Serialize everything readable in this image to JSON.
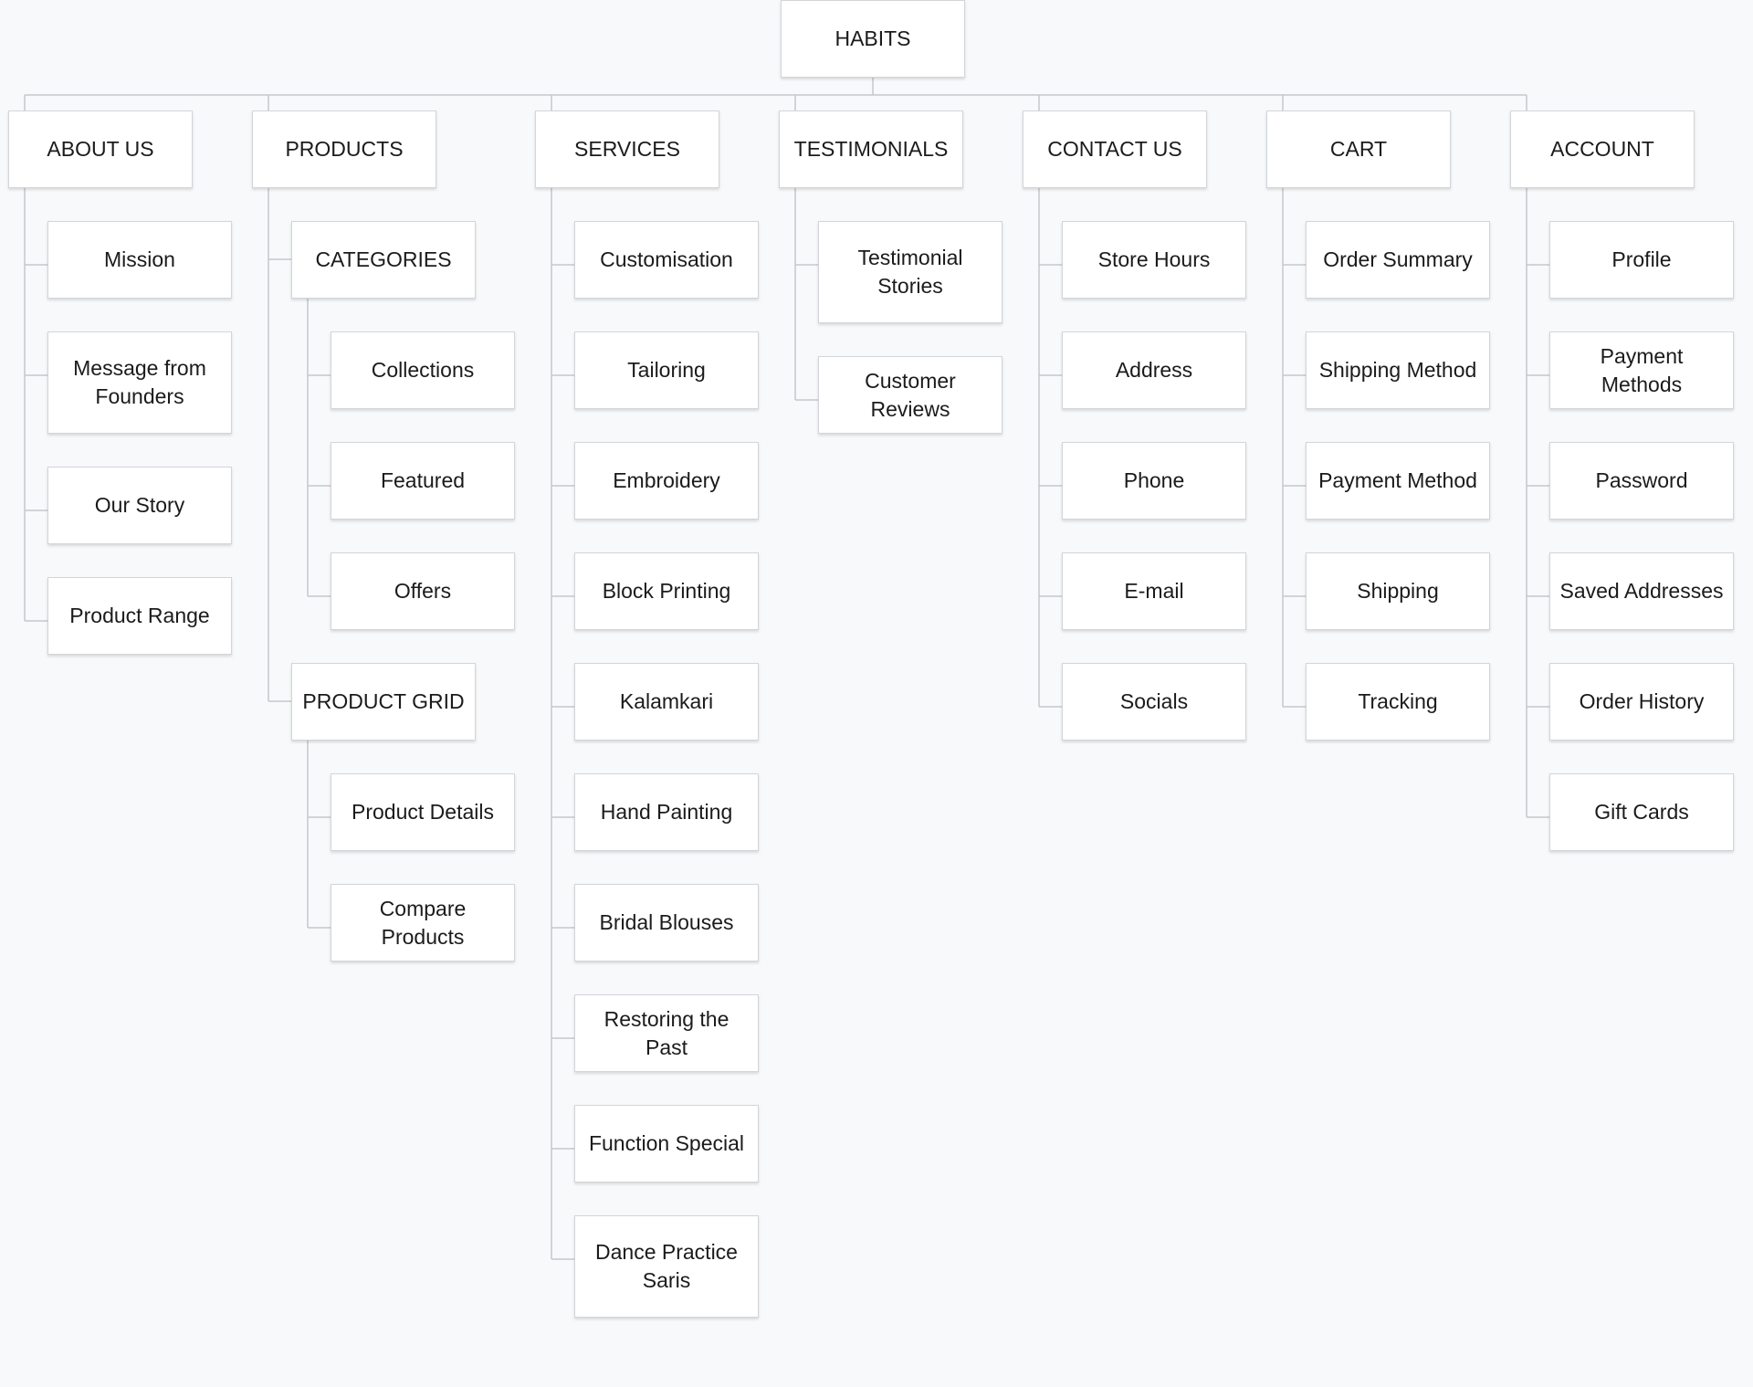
{
  "diagram": {
    "root": "HABITS",
    "sections": [
      {
        "id": "about",
        "label": "ABOUT US",
        "items": [
          "Mission",
          "Message from Founders",
          "Our Story",
          "Product Range"
        ]
      },
      {
        "id": "products",
        "label": "PRODUCTS",
        "groups": [
          {
            "label": "CATEGORIES",
            "items": [
              "Collections",
              "Featured",
              "Offers"
            ]
          },
          {
            "label": "PRODUCT GRID",
            "items": [
              "Product Details",
              "Compare Products"
            ]
          }
        ]
      },
      {
        "id": "services",
        "label": "SERVICES",
        "items": [
          "Customisation",
          "Tailoring",
          "Embroidery",
          "Block Printing",
          "Kalamkari",
          "Hand Painting",
          "Bridal Blouses",
          "Restoring the Past",
          "Function Special",
          "Dance Practice Saris"
        ]
      },
      {
        "id": "testimonials",
        "label": "TESTIMONIALS",
        "items": [
          "Testimonial Stories",
          "Customer Reviews"
        ]
      },
      {
        "id": "contact",
        "label": "CONTACT US",
        "items": [
          "Store Hours",
          "Address",
          "Phone",
          "E-mail",
          "Socials"
        ]
      },
      {
        "id": "cart",
        "label": "CART",
        "items": [
          "Order Summary",
          "Shipping Method",
          "Payment Method",
          "Shipping",
          "Tracking"
        ]
      },
      {
        "id": "account",
        "label": "ACCOUNT",
        "items": [
          "Profile",
          "Payment Methods",
          "Password",
          "Saved Addresses",
          "Order History",
          "Gift Cards"
        ]
      }
    ]
  },
  "colors": {
    "background": "#f8f9fb",
    "box": "#ffffff",
    "border": "#d3d5d9",
    "connector": "#c4c7cc",
    "text": "#1b1b1b"
  }
}
